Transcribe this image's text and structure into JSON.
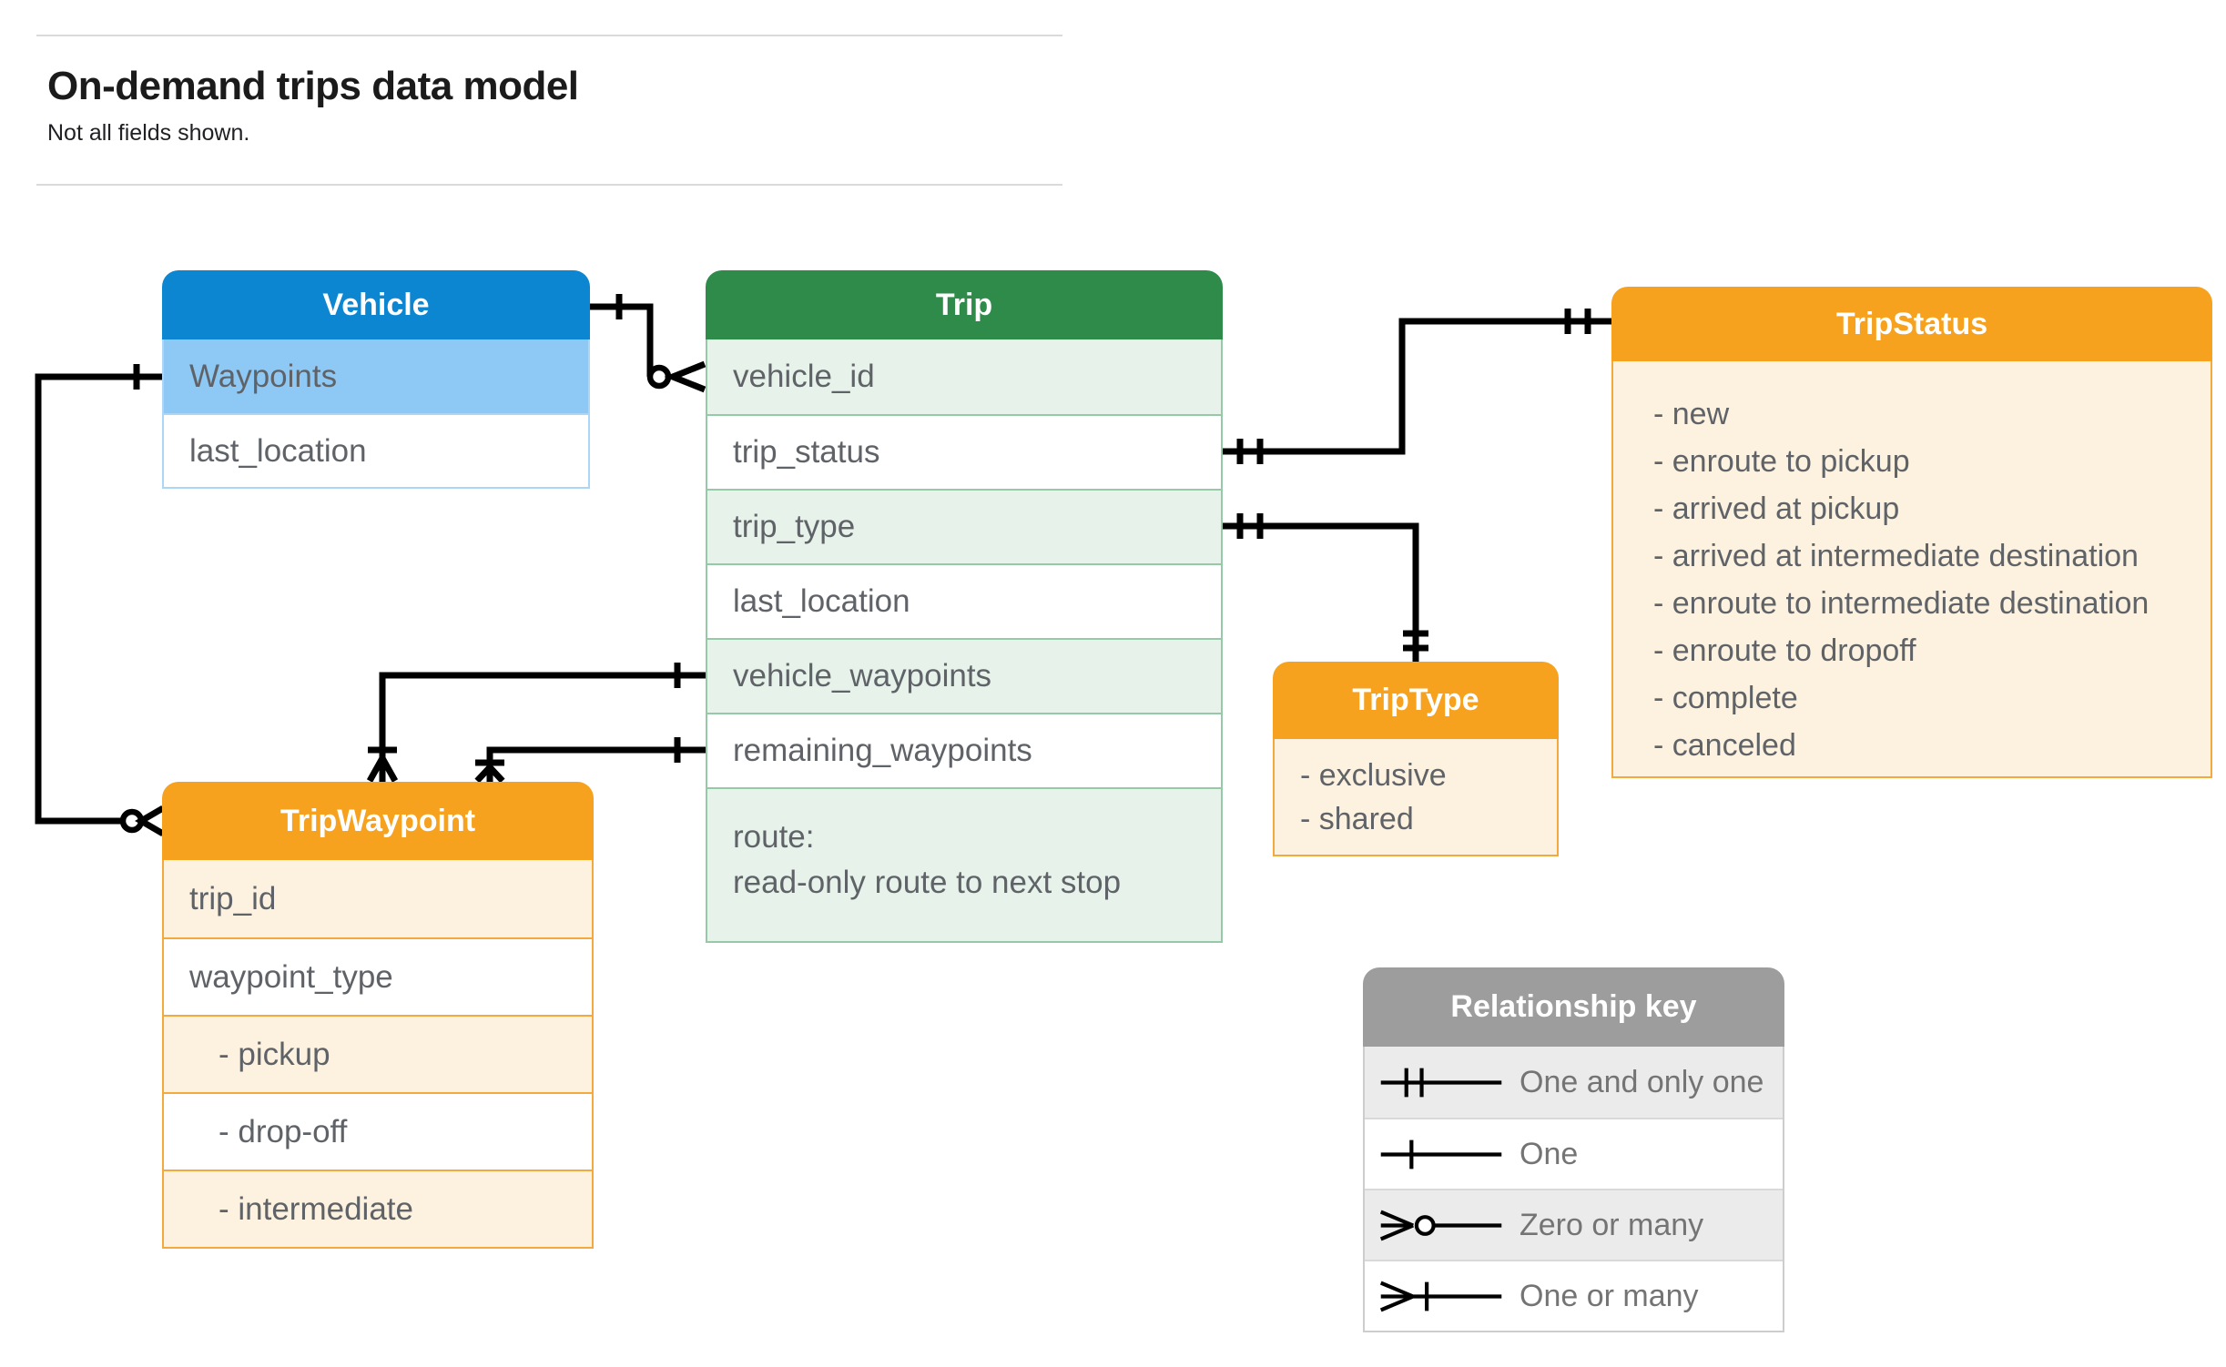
{
  "colors": {
    "vehicle-header": "#0d86d2",
    "vehicle-row": "#8ec9f5",
    "vehicle-border": "#abd6f5",
    "trip-header": "#2e8b49",
    "trip-row": "#e7f2ea",
    "trip-border": "#96c9a7",
    "orange-header": "#f6a21f",
    "orange-row": "#fcf2df",
    "orange-border": "#f3a93e",
    "key-header": "#9d9d9d",
    "key-row": "#ebebeb",
    "field-text": "#5f6368",
    "key-text": "#747474",
    "connector": "#000000"
  },
  "header": {
    "title": "On-demand trips data model",
    "subtitle": "Not all fields shown."
  },
  "entities": {
    "vehicle": {
      "title": "Vehicle",
      "fields": [
        "Waypoints",
        "last_location"
      ]
    },
    "trip": {
      "title": "Trip",
      "fields": [
        "vehicle_id",
        "trip_status",
        "trip_type",
        "last_location",
        "vehicle_waypoints",
        "remaining_waypoints"
      ],
      "route_label": "route:",
      "route_note": "read-only route to next stop"
    },
    "tripstatus": {
      "title": "TripStatus",
      "values": [
        "- new",
        "- enroute to pickup",
        "- arrived at pickup",
        "- arrived at intermediate destination",
        "- enroute to intermediate destination",
        "- enroute to dropoff",
        "- complete",
        "- canceled"
      ]
    },
    "tripwaypoint": {
      "title": "TripWaypoint",
      "fields": [
        "trip_id",
        "waypoint_type"
      ],
      "values": [
        "- pickup",
        "- drop-off",
        "- intermediate"
      ]
    },
    "triptype": {
      "title": "TripType",
      "values": [
        "- exclusive",
        "- shared"
      ]
    }
  },
  "legend": {
    "title": "Relationship key",
    "rows": [
      {
        "symbol": "one-and-only-one-symbol",
        "label": "One and only one"
      },
      {
        "symbol": "one-symbol",
        "label": "One"
      },
      {
        "symbol": "zero-or-many-symbol",
        "label": "Zero or many"
      },
      {
        "symbol": "one-or-many-symbol",
        "label": "One or many"
      }
    ]
  }
}
